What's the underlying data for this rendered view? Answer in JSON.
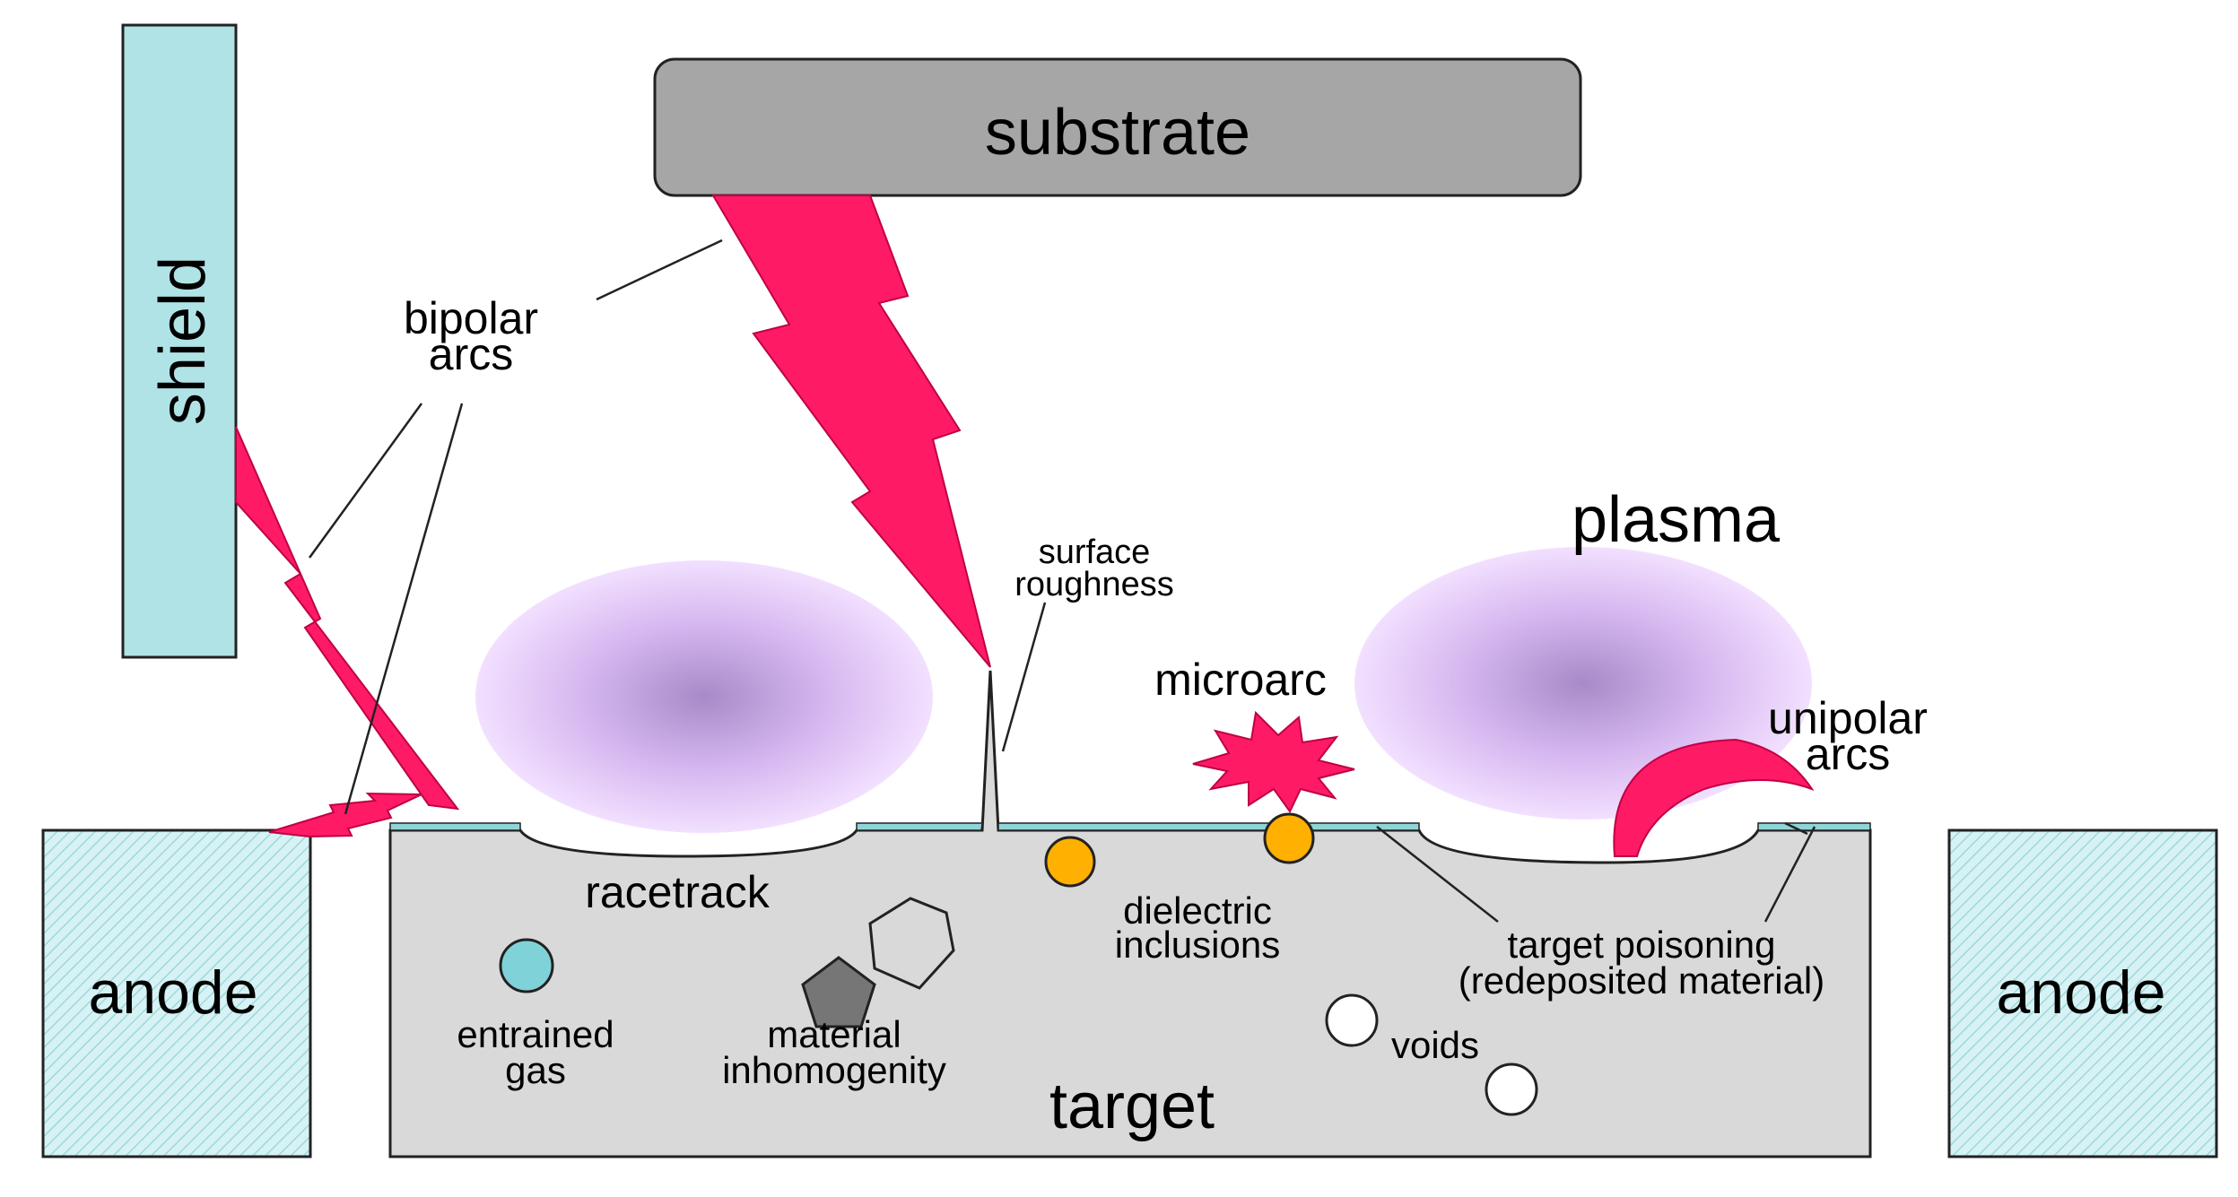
{
  "labels": {
    "substrate": "substrate",
    "shield": "shield",
    "anode_left": "anode",
    "anode_right": "anode",
    "target": "target",
    "plasma": "plasma",
    "bipolar_arcs_line1": "bipolar",
    "bipolar_arcs_line2": "arcs",
    "surface_roughness_line1": "surface",
    "surface_roughness_line2": "roughness",
    "microarc": "microarc",
    "unipolar_arcs_line1": "unipolar",
    "unipolar_arcs_line2": "arcs",
    "racetrack": "racetrack",
    "entrained_gas_line1": "entrained",
    "entrained_gas_line2": "gas",
    "material_inhomogenity_line1": "material",
    "material_inhomogenity_line2": "inhomogenity",
    "dielectric_inclusions_line1": "dielectric",
    "dielectric_inclusions_line2": "inclusions",
    "target_poisoning_line1": "target poisoning",
    "target_poisoning_line2": "(redeposited material)",
    "voids": "voids"
  },
  "colors": {
    "substrate_fill": "#a6a6a6",
    "shield_fill": "#b0e3e6",
    "anode_fill": "#cfeff2",
    "target_fill": "#d9d9d9",
    "poison_layer": "#8fd4d8",
    "arc_fill": "#ff1a66",
    "plasma_core": "#b89ad6",
    "plasma_edge": "#f0dcff",
    "dielectric_fill": "#ffb000",
    "entrained_gas_fill": "#7fd3d8",
    "inhomogenity_fill": "#767676"
  }
}
